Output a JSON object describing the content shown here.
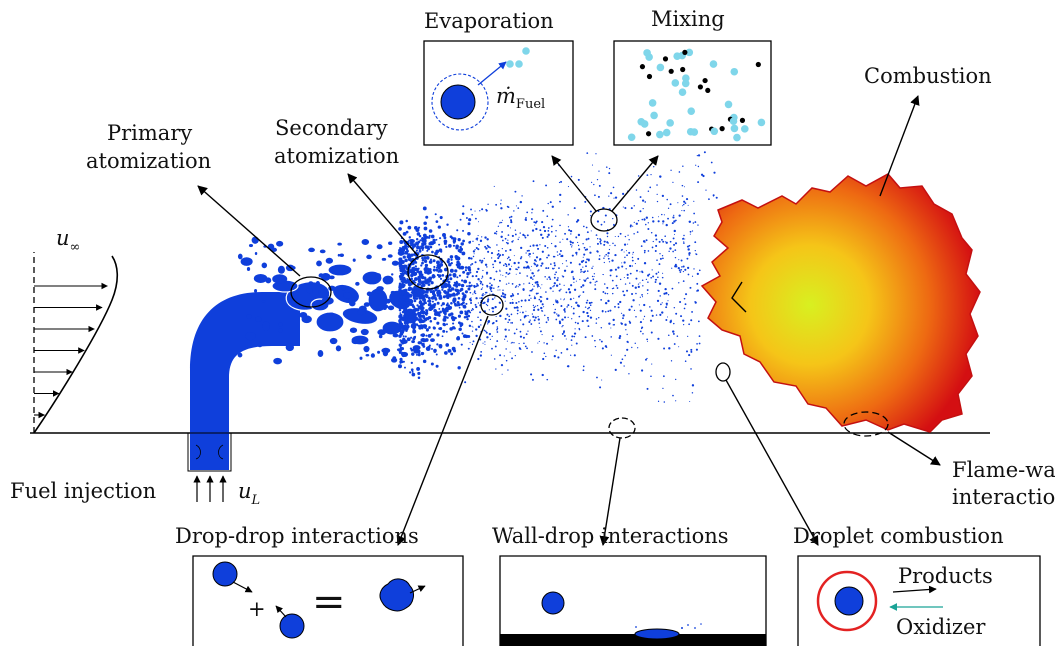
{
  "labels": {
    "primary_1": "Primary",
    "primary_2": "atomization",
    "secondary_1": "Secondary",
    "secondary_2": "atomization",
    "evaporation": "Evaporation",
    "mixing": "Mixing",
    "combustion": "Combustion",
    "fuel_injection": "Fuel injection",
    "flame_wall_1": "Flame-wall",
    "flame_wall_2": "interaction",
    "drop_drop": "Drop-drop interactions",
    "wall_drop": "Wall-drop interactions",
    "droplet_combustion": "Droplet combustion",
    "products": "Products",
    "oxidizer": "Oxidizer",
    "plus": "+",
    "equals": "="
  },
  "symbols": {
    "u_inf_base": "u",
    "u_inf_sub": "∞",
    "u_l_base": "u",
    "u_l_sub": "L",
    "mdot_base": "ṁ",
    "mdot_sub": "Fuel"
  },
  "colors": {
    "fuel_blue": "#0f3fdb",
    "vapor_cyan": "#7fd6ea",
    "oxidizer_black": "#000000",
    "flame_outer": "#d40f12",
    "flame_mid": "#f39a12",
    "flame_core": "#d8f020",
    "droplet_flame_ring": "#e32222",
    "oxidizer_arrow": "#1aa396",
    "wall": "#000000"
  }
}
